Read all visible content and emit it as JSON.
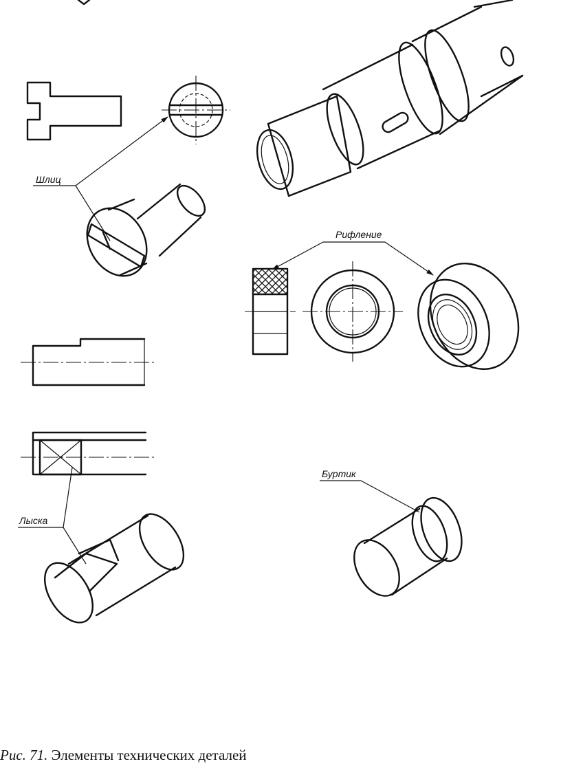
{
  "labels": {
    "slot": "Шлиц",
    "knurl": "Рифление",
    "flat": "Лыска",
    "collar": "Буртик"
  },
  "caption": {
    "figure": "Рис. 71.",
    "text": " Элементы технических деталей"
  }
}
